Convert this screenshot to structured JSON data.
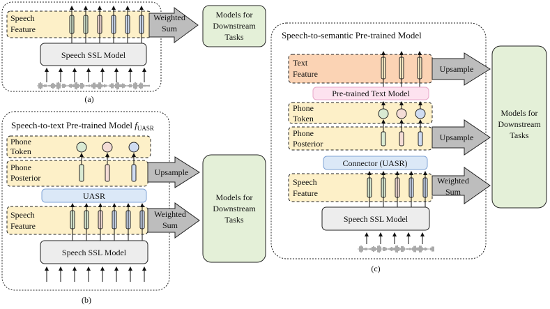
{
  "panel_a": {
    "caption": "(a)",
    "speech_feature": [
      "Speech",
      "Feature"
    ],
    "ssl_model": "Speech SSL Model",
    "arrow_label": [
      "Weighted",
      "Sum"
    ],
    "downstream": [
      "Models for",
      "Downstream",
      "Tasks"
    ]
  },
  "panel_b": {
    "caption": "(b)",
    "title": "Speech-to-text Pre-trained Model",
    "title_symbol": "f",
    "title_subscript": "UASR",
    "phone_token": [
      "Phone",
      "Token"
    ],
    "phone_posterior": [
      "Phone",
      "Posterior"
    ],
    "uasr": "UASR",
    "upsample": "Upsample",
    "speech_feature": [
      "Speech",
      "Feature"
    ],
    "arrow_label": [
      "Weighted",
      "Sum"
    ],
    "ssl_model": "Speech SSL Model",
    "downstream": [
      "Models for",
      "Downstream",
      "Tasks"
    ]
  },
  "panel_c": {
    "caption": "(c)",
    "title": "Speech-to-semantic Pre-trained Model",
    "text_feature": [
      "Text",
      "Feature"
    ],
    "upsample_top": "Upsample",
    "text_model": "Pre-trained Text Model",
    "phone_token": [
      "Phone",
      "Token"
    ],
    "phone_posterior": [
      "Phone",
      "Posterior"
    ],
    "upsample_mid": "Upsample",
    "connector": "Connector (UASR)",
    "speech_feature": [
      "Speech",
      "Feature"
    ],
    "arrow_label": [
      "Weighted",
      "Sum"
    ],
    "ssl_model": "Speech SSL Model",
    "downstream": [
      "Models for",
      "Downstream",
      "Tasks"
    ]
  },
  "colors": {
    "feature_fill": "#fdf0c8",
    "text_feature_fill": "#fbd3b4",
    "model_fill": "#ededed",
    "downstream_fill": "#e4f0d8",
    "uasr_fill": "#dbe8f7",
    "text_model_fill": "#fde2ef",
    "arrow_fill": "#bdbdbd",
    "bar_green": "#d9ead3",
    "bar_pink": "#f4dcd6",
    "bar_blue": "#cfdcf2"
  }
}
